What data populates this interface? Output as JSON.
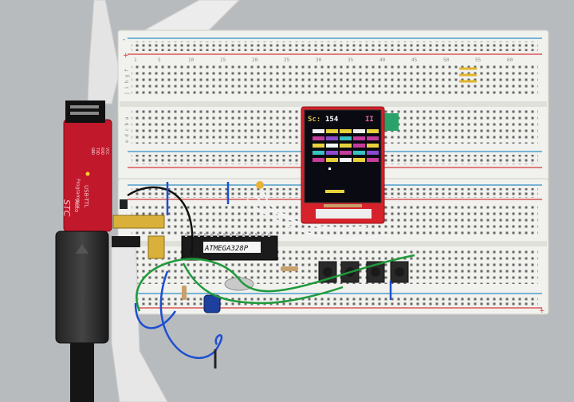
{
  "scene": {
    "background": "#b9bcbe",
    "breadboard_color": "#f1f1ee",
    "rail_red": "#d43a3a",
    "rail_blue": "#2f8fc4"
  },
  "breadboard": {
    "column_numbers": [
      "1",
      "5",
      "10",
      "15",
      "20",
      "25",
      "30",
      "35",
      "40",
      "45",
      "50",
      "55",
      "60"
    ],
    "rail_signs": [
      "+",
      "-"
    ],
    "row_letters_top": "j i h g f",
    "row_letters_bottom": "e d c b a"
  },
  "programmer": {
    "color": "#c2182b",
    "brand": "STC",
    "line1": "Auto",
    "line2": "Programmer",
    "line3": "USB-TTL",
    "pins": [
      "GND",
      "TXD",
      "RXD",
      "VCC"
    ]
  },
  "chip": {
    "label": "ATMEGA328P",
    "color": "#1b1b1b"
  },
  "display": {
    "board_color": "#d6222a",
    "score_label": "Sc:",
    "score_value": "154",
    "lives_value": "II",
    "screen_bg": "#0a0a12",
    "brick_rows": [
      [
        "#f1f1f1",
        "#e8d23c",
        "#e8d23c",
        "#f0f0f0",
        "#e8d23c"
      ],
      [
        "#c43c9c",
        "#8c4ad0",
        "#38c2c2",
        "#c43c9c",
        "#c43c9c"
      ],
      [
        "#e8d23c",
        "#f5f5f5",
        "#e8d23c",
        "#c43c9c",
        "#e8d23c"
      ],
      [
        "#38c2c2",
        "#8c4ad0",
        "#c43c9c",
        "#38c2c2",
        "#8c4ad0"
      ],
      [
        "#c43c9c",
        "#e8d23c",
        "#f5f5f5",
        "#e8d23c",
        "#c43c9c"
      ]
    ]
  },
  "buttons": {
    "count": 4
  },
  "wires": {
    "ribbon_color": "#e6e6e6",
    "green": "#1f9a3a",
    "blue": "#1d4fd0",
    "black": "#111111"
  }
}
